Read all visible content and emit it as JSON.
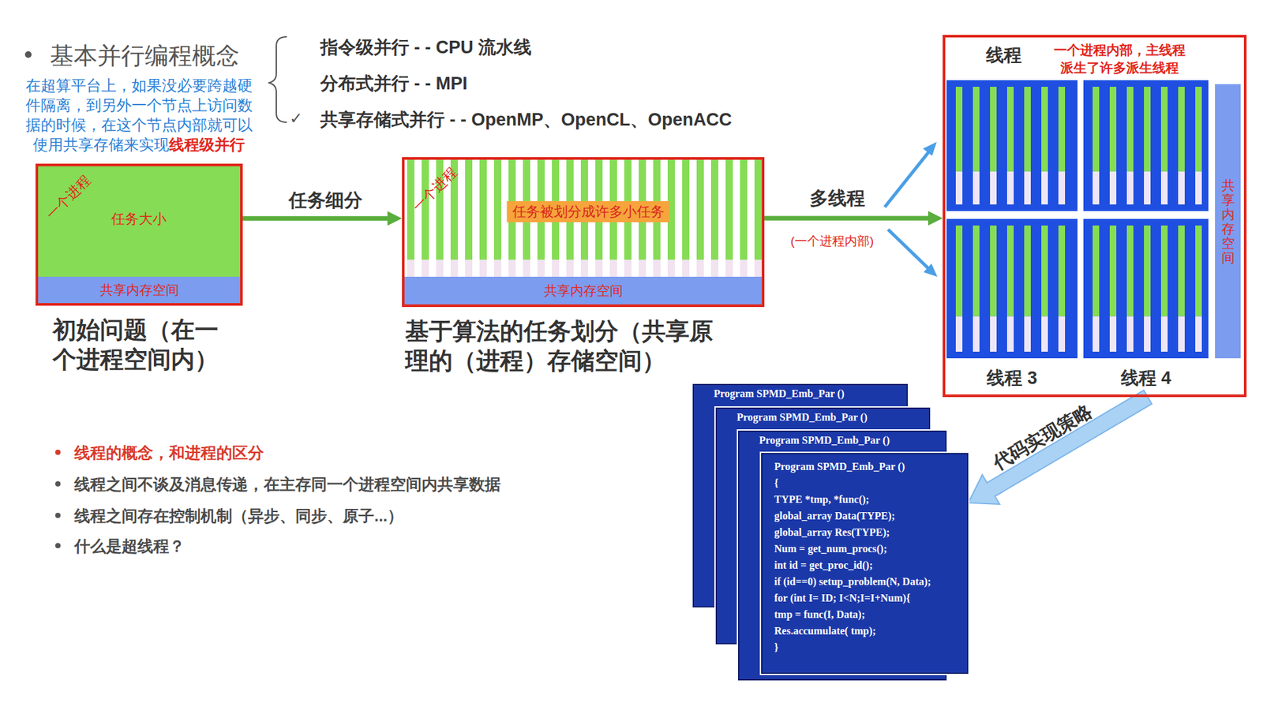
{
  "diagram": {
    "title": "基本并行编程概念",
    "nodes": [
      {
        "text": [
          "一个进程",
          "任务大小",
          "初始问题（在一个进程空间内）"
        ]
      },
      {
        "text": [
          "共享内存空间"
        ],
        "in": 0
      },
      {
        "text": [
          "一个进程",
          "任务被划分成许多小任务",
          "基于算法的任务划分（共享原理的（进程）存储空间）"
        ]
      },
      {
        "text": [
          "共享内存空间"
        ],
        "in": 2
      },
      {
        "text": [
          "一个进程内部，主线程派生了许多派生线程"
        ]
      },
      {
        "text": [
          "线程"
        ],
        "in": 4
      },
      {
        "text": [
          "线程 3"
        ],
        "in": 4
      },
      {
        "text": [
          "线程 4"
        ],
        "in": 4
      },
      {
        "text": [
          "共享内存空间"
        ],
        "in": 4
      },
      {
        "text": [
          "Program SPMD_Emb_Par ()"
        ]
      },
      {
        "text": [
          "Program SPMD_Emb_Par ()"
        ]
      },
      {
        "text": [
          "Program SPMD_Emb_Par ()"
        ]
      },
      {
        "text": [
          "Program SPMD_Emb_Par ()",
          "{",
          "TYPE *tmp, *func();",
          "global_array Data(TYPE);",
          "global_array Res(TYPE);",
          "Num = get_num_procs();",
          "int id = get_proc_id();",
          "if (id==0) setup_problem(N, Data);",
          "for (int I= ID; I<N;I=I+Num){",
          "tmp = func(I, Data);",
          "Res.accumulate( tmp);",
          "}"
        ]
      }
    ],
    "edges": [
      {
        "from": 0,
        "to": 2,
        "arrow": "to",
        "label": "任务细分"
      },
      {
        "from": 2,
        "to": 4,
        "arrow": "to",
        "label": "多线程"
      },
      {
        "from": 4,
        "to": 12,
        "arrow": "to",
        "label": "代码实现策略"
      }
    ],
    "labels": [
      "指令级并行 - - CPU 流水线",
      "分布式并行 - - MPI",
      "✓",
      "共享存储式并行 - - OpenMP、OpenCL、OpenACC",
      "在超算平台上，如果没必要跨越硬件隔离，到另外一个节点上访问数据的时候，在这个节点内部就可以使用共享存储来实现",
      "线程级并行",
      "(一个进程内部)",
      "线程的概念，和进程的区分",
      "线程之间不谈及消息传递，在主存同一个进程空间内共享数据",
      "线程之间存在控制机制（异步、同步、原子...）",
      "什么是超线程？"
    ]
  }
}
